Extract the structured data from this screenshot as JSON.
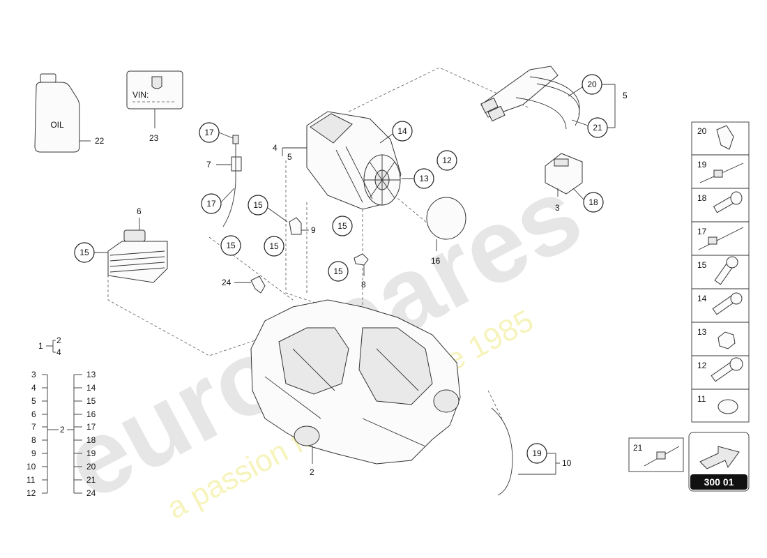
{
  "watermark": {
    "brand": "eurospares",
    "tagline": "a passion for parts since 1985"
  },
  "oil_label": "OIL",
  "vin_label": "VIN:",
  "reference_number": "300 01",
  "callouts": {
    "c17a": "17",
    "c17b": "17",
    "c14": "14",
    "c13": "13",
    "c12": "12",
    "c20": "20",
    "c21": "21",
    "c18": "18",
    "c15a": "15",
    "c15b": "15",
    "c15c": "15",
    "c15d": "15",
    "c15e": "15",
    "c15f": "15",
    "c19": "19"
  },
  "labels": {
    "l22": "22",
    "l23": "23",
    "l7": "7",
    "l4": "4",
    "l5a": "5",
    "l5b": "5",
    "l3": "3",
    "l6": "6",
    "l9": "9",
    "l8": "8",
    "l24": "24",
    "l16": "16",
    "l2": "2",
    "l10": "10"
  },
  "legend": {
    "top": {
      "root": "1",
      "children": [
        "2",
        "4"
      ]
    },
    "left_column": [
      "3",
      "4",
      "5",
      "6",
      "7",
      "8",
      "9",
      "10",
      "11",
      "12"
    ],
    "mid": "2",
    "right_column": [
      "13",
      "14",
      "15",
      "16",
      "17",
      "18",
      "19",
      "20",
      "21",
      "24"
    ]
  },
  "parts_panel": [
    "20",
    "19",
    "18",
    "17",
    "15",
    "14",
    "13",
    "12",
    "11"
  ],
  "inset_21": "21"
}
